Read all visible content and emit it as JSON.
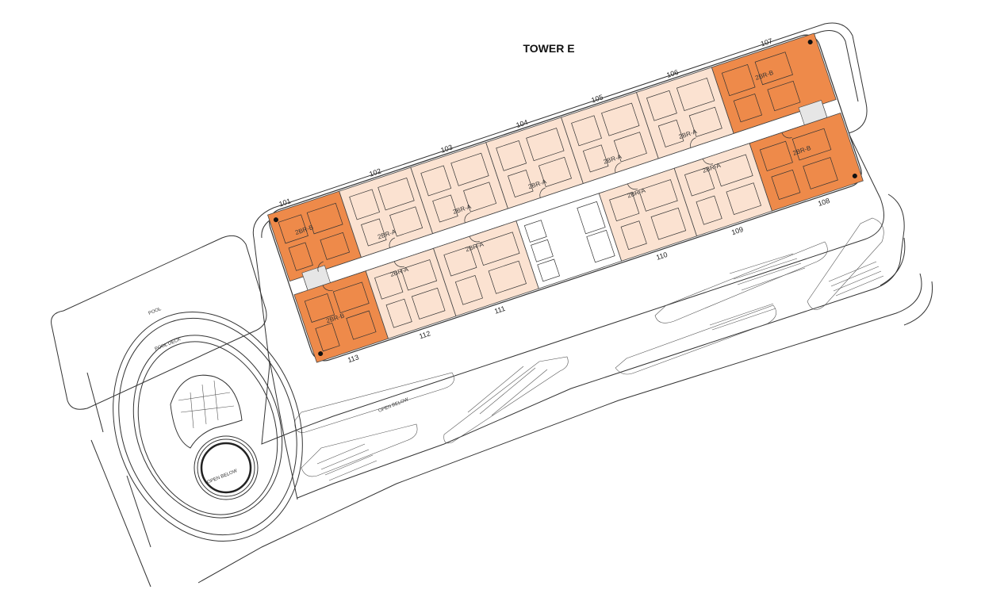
{
  "title": "TOWER E",
  "colors": {
    "standard_unit": "#fbe2d1",
    "corner_unit": "#ee8a4a",
    "outline": "#333333"
  },
  "units": {
    "u101": {
      "number": "101",
      "type": "2BR-B"
    },
    "u102": {
      "number": "102",
      "type": "2BR-A"
    },
    "u103": {
      "number": "103",
      "type": "2BR-A"
    },
    "u104": {
      "number": "104",
      "type": "2BR-A"
    },
    "u105": {
      "number": "105",
      "type": "2BR-A"
    },
    "u106": {
      "number": "106",
      "type": "2BR-A"
    },
    "u107": {
      "number": "107",
      "type": "2BR-B"
    },
    "u108": {
      "number": "108",
      "type": "2BR-B"
    },
    "u109": {
      "number": "109",
      "type": "2BR-A"
    },
    "u110": {
      "number": "110",
      "type": "2BR-A"
    },
    "u111": {
      "number": "111",
      "type": "2BR-A"
    },
    "u112": {
      "number": "112",
      "type": "2BR-A"
    },
    "u113": {
      "number": "113",
      "type": "2BR-B"
    }
  },
  "areas": {
    "pool": "POOL",
    "pool_deck": "POOL DECK",
    "open_below_round": "OPEN BELOW",
    "open_below_strip": "OPEN BELOW"
  }
}
